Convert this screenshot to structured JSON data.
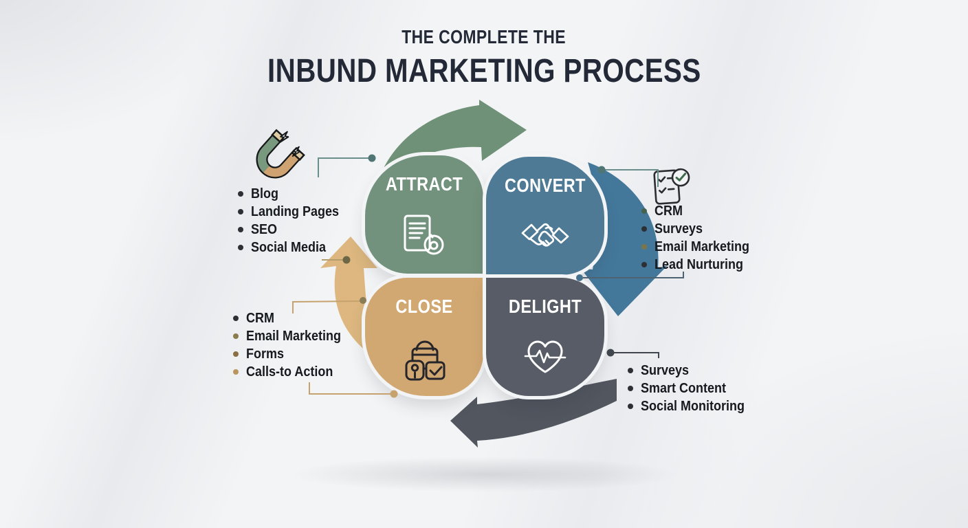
{
  "title": {
    "kicker": "THE COMPLETE THE",
    "main": "INBUND MARKETING PROCESS"
  },
  "stages": [
    {
      "id": "attract",
      "label": "ATTRACT",
      "color": "#72927D",
      "icon": "document-magnifier-icon"
    },
    {
      "id": "convert",
      "label": "CONVERT",
      "color": "#4E7A96",
      "icon": "handshake-icon"
    },
    {
      "id": "close",
      "label": "CLOSE",
      "color": "#D2A872",
      "icon": "lock-check-icon"
    },
    {
      "id": "delight",
      "label": "DELIGHT",
      "color": "#575C66",
      "icon": "heart-pulse-icon"
    }
  ],
  "lists": {
    "attract": {
      "items": [
        {
          "label": "Blog",
          "bullet": "#2c3034"
        },
        {
          "label": "Landing Pages",
          "bullet": "#2c3034"
        },
        {
          "label": "SEO",
          "bullet": "#2c3034"
        },
        {
          "label": "Social Media",
          "bullet": "#2c3034"
        }
      ]
    },
    "convert": {
      "items": [
        {
          "label": "CRM",
          "bullet": "#45634e"
        },
        {
          "label": "Surveys",
          "bullet": "#2c3034"
        },
        {
          "label": "Email Marketing",
          "bullet": "#7d754a"
        },
        {
          "label": "Lead Nurturing",
          "bullet": "#2c3034"
        }
      ]
    },
    "close": {
      "items": [
        {
          "label": "CRM",
          "bullet": "#2c3034"
        },
        {
          "label": "Email Marketing",
          "bullet": "#8a7c4f"
        },
        {
          "label": "Forms",
          "bullet": "#8a6f45"
        },
        {
          "label": "Calls-to Action",
          "bullet": "#bb955f"
        }
      ]
    },
    "delight": {
      "items": [
        {
          "label": "Surveys",
          "bullet": "#2c3034"
        },
        {
          "label": "Smart Content",
          "bullet": "#2c3034"
        },
        {
          "label": "Social Monitoring",
          "bullet": "#2c3034"
        }
      ]
    }
  },
  "arrows": {
    "green": "#6F9177",
    "blue": "#44789B",
    "dark": "#51565F",
    "tan": "#DDB77F"
  },
  "connectors": {
    "teal_line": "#6a8e8c",
    "teal_dot": "#4f7574",
    "olive_line": "#b59c6b",
    "olive_dot": "#6b6747",
    "tan_line": "#c6a26e",
    "tan_dot": "#c6a26e",
    "tan_dark_dot": "#8a7c55",
    "steel_line": "#4e6272",
    "steel_dot": "#44718c",
    "dark_line": "#40454e",
    "dark_dot": "#40454e"
  }
}
